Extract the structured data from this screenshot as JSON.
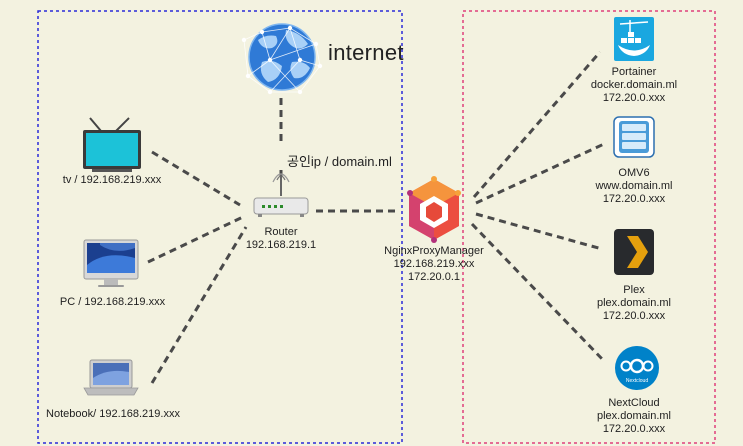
{
  "diagram": {
    "internet_label": "internet",
    "public_label": "공인ip / domain.ml",
    "devices": {
      "tv": "tv / 192.168.219.xxx",
      "pc": "PC / 192.168.219.xxx",
      "notebook": "Notebook/ 192.168.219.xxx"
    },
    "router": {
      "name": "Router",
      "ip": "192.168.219.1"
    },
    "proxy": {
      "name": "NginxProxyManager",
      "ip1": "192.168.219.xxx",
      "ip2": "172.20.0.1"
    },
    "services": [
      {
        "name": "Portainer",
        "domain": "docker.domain.ml",
        "ip": "172.20.0.xxx"
      },
      {
        "name": "OMV6",
        "domain": "www.domain.ml",
        "ip": "172.20.0.xxx"
      },
      {
        "name": "Plex",
        "domain": "plex.domain.ml",
        "ip": "172.20.0.xxx"
      },
      {
        "name": "NextCloud",
        "domain": "plex.domain.ml",
        "ip": "172.20.0.xxx"
      }
    ],
    "nextcloud_icon_text": "Nextcloud",
    "colors": {
      "background": "#f3f2e0",
      "home_network_border": "#2a2ad8",
      "docker_network_border": "#e0407a",
      "connector": "#4a4a4a",
      "tv_screen": "#1cc2d8",
      "portainer": "#1aa7e0",
      "omv": "#4a9bd8",
      "plex": "#e5a00d",
      "nextcloud": "#0082c9"
    }
  }
}
